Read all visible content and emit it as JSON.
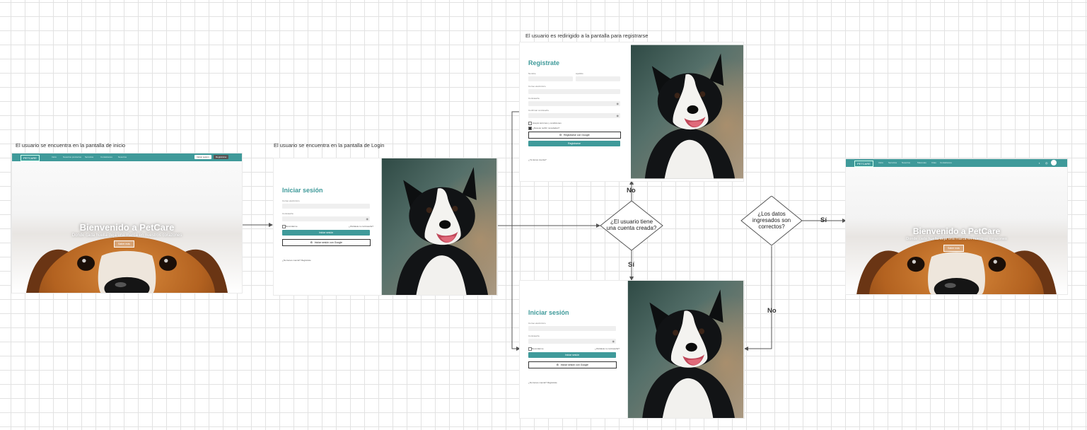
{
  "captions": {
    "home": "El usuario se encuentra en la pantalla de inicio",
    "login": "El usuario se encuentra en la pantalla de Login",
    "register": "El usuario es redirigido a la pantalla para registrarse"
  },
  "home": {
    "logo": "PETCARE",
    "nav": [
      "Inicio",
      "Nuestros productos",
      "Servicios",
      "Contáctanos",
      "Nosotros"
    ],
    "login_button": "Iniciar sesión",
    "register_button": "Registrarse",
    "hero_title": "Bienvenido a PetCare",
    "hero_subtitle": "Donde cada huella deja una marca en nuestros corazones",
    "hero_button": "Saber más"
  },
  "home_logged": {
    "logo": "PETCARE",
    "nav": [
      "Inicio",
      "Servicios",
      "Nosotros",
      "Mascotas",
      "Citas",
      "Contáctanos"
    ],
    "hero_title": "Bienvenido a PetCare",
    "hero_subtitle": "Donde cada huella deja una marca en nuestros corazones",
    "hero_button": "Saber más"
  },
  "login": {
    "title": "Iniciar sesión",
    "user_label": "Correo electrónico",
    "password_label": "Contraseña",
    "remember": "Recordarme",
    "forgot": "¿Olvidaste tu contraseña?",
    "submit": "Iniciar sesión",
    "google": "Iniciar sesión con Google",
    "register_link": "¿No tienes cuenta? Regístrate"
  },
  "register": {
    "title": "Registrate",
    "first_name": "Nombre",
    "last_name": "Apellido",
    "email": "Correo electrónico",
    "password": "Contraseña",
    "confirm": "Confirmar contraseña",
    "terms": "Acepto términos y condiciones",
    "newsletter": "¿Deseas recibir novedades?",
    "google": "Registrarse con Google",
    "submit": "Registrarse",
    "login_link": "¿Ya tienes cuenta?"
  },
  "decisions": {
    "account": "¿El usuario tiene una cuenta creada?",
    "data": "¿Los datos ingresados son correctos?"
  },
  "labels": {
    "no_top": "No",
    "si_bottom": "Sí",
    "si_right": "Sí",
    "no_right": "No"
  },
  "colors": {
    "accent": "#3f9a9a",
    "line": "#555555"
  },
  "icons": [
    "eye-icon",
    "google-icon",
    "cart-icon",
    "avatar-icon",
    "search-icon"
  ]
}
